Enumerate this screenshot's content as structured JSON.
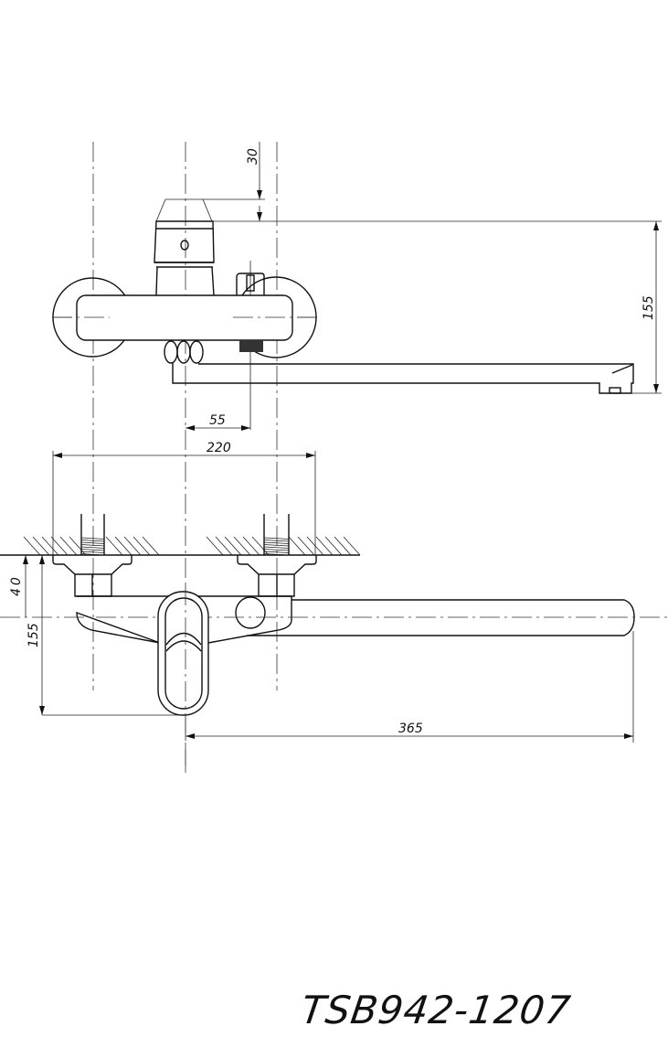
{
  "drawing": {
    "model": "TSB942-1207",
    "top_view_dimensions": {
      "handle_height": "30",
      "overall_height": "155",
      "cartridge_offset": "55"
    },
    "front_view_dimensions": {
      "pipe_spacing": "220",
      "wall_to_axis": "40",
      "wall_to_handle": "155",
      "spout_reach": "365"
    }
  }
}
